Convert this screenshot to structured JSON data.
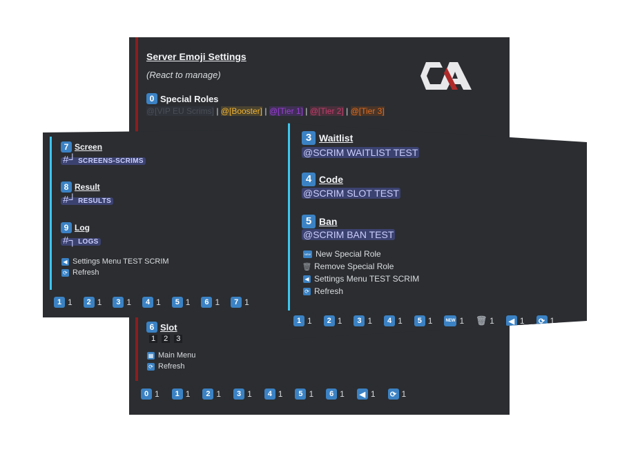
{
  "colors": {
    "bg": "#2b2d31",
    "accent_main": "#8b1e1e",
    "accent_cyan": "#3ec6f0",
    "emoji_blue": "#3b82c4",
    "mention_bg": "#3c4270"
  },
  "main": {
    "title": "Server Emoji Settings",
    "subtitle": "(React to manage)",
    "special_roles": {
      "number": "0",
      "label": "Special Roles",
      "roles": [
        {
          "text": "@[VIP EU Scrims]",
          "color": "#4a4e55"
        },
        {
          "text": "@[Booster]",
          "color": "#f0b232"
        },
        {
          "text": "@[Tier 1]",
          "color": "#9b3fd6"
        },
        {
          "text": "@[Tier 2]",
          "color": "#c23d6d"
        },
        {
          "text": "@[Tier 3]",
          "color": "#e06c1f"
        }
      ],
      "separator": "|"
    },
    "slot": {
      "number": "6",
      "label": "Slot",
      "values": [
        "1",
        "2",
        "3"
      ]
    },
    "buttons": [
      {
        "icon": "grid-icon",
        "glyph": "▦",
        "label": "Main Menu"
      },
      {
        "icon": "refresh-icon",
        "glyph": "⟳",
        "label": "Refresh"
      }
    ],
    "reactions": [
      {
        "emoji": "0",
        "count": "1"
      },
      {
        "emoji": "1",
        "count": "1"
      },
      {
        "emoji": "2",
        "count": "1"
      },
      {
        "emoji": "3",
        "count": "1"
      },
      {
        "emoji": "4",
        "count": "1"
      },
      {
        "emoji": "5",
        "count": "1"
      },
      {
        "emoji": "6",
        "count": "1"
      },
      {
        "emoji": "◀",
        "count": "1"
      },
      {
        "emoji": "⟳",
        "count": "1"
      }
    ]
  },
  "left": {
    "fields": [
      {
        "number": "7",
        "label": "Screen",
        "hash": "#┘",
        "channel": "SCREENS-SCRIMS"
      },
      {
        "number": "8",
        "label": "Result",
        "hash": "#┘",
        "channel": "RESULTS"
      },
      {
        "number": "9",
        "label": "Log",
        "hash": "#┐",
        "channel": "LOGS"
      }
    ],
    "buttons": [
      {
        "icon": "back-arrow-icon",
        "glyph": "◀",
        "label": "Settings Menu TEST SCRIM"
      },
      {
        "icon": "refresh-icon",
        "glyph": "⟳",
        "label": "Refresh"
      }
    ],
    "reactions": [
      {
        "emoji": "1",
        "count": "1"
      },
      {
        "emoji": "2",
        "count": "1"
      },
      {
        "emoji": "3",
        "count": "1"
      },
      {
        "emoji": "4",
        "count": "1"
      },
      {
        "emoji": "5",
        "count": "1"
      },
      {
        "emoji": "6",
        "count": "1"
      },
      {
        "emoji": "7",
        "count": "1"
      }
    ]
  },
  "right": {
    "fields": [
      {
        "number": "3",
        "label": "Waitlist",
        "mention": "@SCRIM WAITLIST TEST"
      },
      {
        "number": "4",
        "label": "Code",
        "mention": "@SCRIM SLOT TEST"
      },
      {
        "number": "5",
        "label": "Ban",
        "mention": "@SCRIM BAN TEST"
      }
    ],
    "buttons": [
      {
        "icon": "new-icon",
        "glyph": "NEW",
        "label": "New Special Role"
      },
      {
        "icon": "trash-icon",
        "glyph": "🗑",
        "label": "Remove Special Role"
      },
      {
        "icon": "back-arrow-icon",
        "glyph": "◀",
        "label": "Settings Menu TEST SCRIM"
      },
      {
        "icon": "refresh-icon",
        "glyph": "⟳",
        "label": "Refresh"
      }
    ],
    "reactions": [
      {
        "emoji": "1",
        "count": "1"
      },
      {
        "emoji": "2",
        "count": "1"
      },
      {
        "emoji": "3",
        "count": "1"
      },
      {
        "emoji": "4",
        "count": "1"
      },
      {
        "emoji": "5",
        "count": "1"
      },
      {
        "emoji": "NEW",
        "count": "1"
      },
      {
        "emoji": "🗑",
        "count": "1"
      },
      {
        "emoji": "◀",
        "count": "1"
      },
      {
        "emoji": "⟳",
        "count": "1"
      }
    ]
  }
}
